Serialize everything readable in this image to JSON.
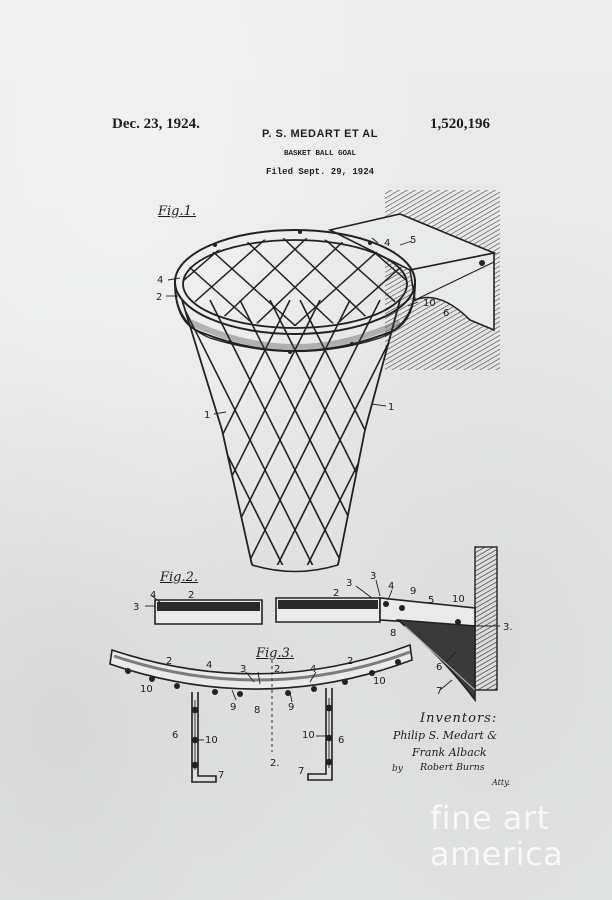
{
  "header": {
    "date": "Dec. 23, 1924.",
    "inventor": "P. S. MEDART ET AL",
    "patent_number": "1,520,196",
    "title": "BASKET BALL GOAL",
    "filed": "Filed Sept. 29, 1924"
  },
  "figures": {
    "fig1": "Fig.1.",
    "fig2": "Fig.2.",
    "fig3": "Fig.3."
  },
  "refs": {
    "fig1": [
      "4",
      "5",
      "4",
      "2",
      "10",
      "6",
      "1",
      "1"
    ],
    "fig2": [
      "3",
      "4",
      "2",
      "2",
      "3",
      "3",
      "4",
      "9",
      "5",
      "10",
      "3.",
      "8",
      "6",
      "7"
    ],
    "fig3": [
      "2",
      "4",
      "3",
      "2.",
      "4",
      "2",
      "10",
      "10",
      "9",
      "8",
      "9",
      "6",
      "10",
      "10",
      "6",
      "7",
      "2.",
      "7"
    ]
  },
  "inventors": {
    "heading": "Inventors:",
    "name1": "Philip S. Medart &",
    "name2": "Frank Alback",
    "by": "by",
    "attorney": "Robert Burns",
    "atty": "Atty."
  },
  "watermark": {
    "line1": "fine art",
    "line2": "america"
  },
  "colors": {
    "paper": "#e9eaea",
    "ink": "#1e1e1e"
  }
}
